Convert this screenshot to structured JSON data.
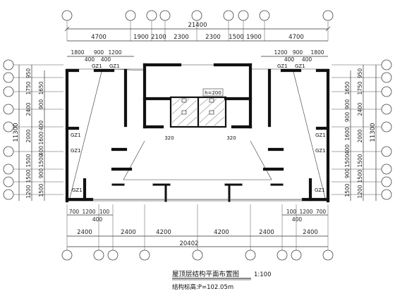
{
  "drawing": {
    "title": "屋顶层结构平面布置图",
    "scale": "1:100",
    "elevation_note": "结构标高:P=102.05m",
    "overall_top": "21400",
    "overall_bottom": "20402",
    "overall_left": "11300",
    "overall_right": "11300",
    "top_dims": [
      "4700",
      "1900",
      "2100",
      "2300",
      "2300",
      "1500",
      "1900",
      "4700"
    ],
    "top_sub_left": [
      "1800",
      "900",
      "1200"
    ],
    "top_sub_right": [
      "1200",
      "900",
      "1800"
    ],
    "top_400": [
      "400",
      "400",
      "400",
      "400"
    ],
    "bottom_dims": [
      "2400",
      "2400",
      "4200",
      "4200",
      "2400",
      "2400"
    ],
    "bottom_sub_left": [
      "700",
      "1200",
      "100"
    ],
    "bottom_sub_right": [
      "100",
      "1200",
      "700"
    ],
    "bottom_400": [
      "400",
      "400"
    ],
    "left_outer": [
      "950",
      "1750",
      "2400",
      "2000",
      "1500",
      "1500",
      "1200"
    ],
    "left_inner": [
      "1650",
      "900",
      "400",
      "1600",
      "400",
      "1500",
      "900",
      "1500"
    ],
    "right_outer": [
      "950",
      "1750",
      "2400",
      "2000",
      "1500",
      "1500",
      "1200"
    ],
    "right_inner": [
      "1650",
      "900",
      "900",
      "1600",
      "400",
      "1500",
      "900",
      "1500"
    ],
    "column_label": "GZ1",
    "room_label": "h=200",
    "level_320_left": "320",
    "level_320_right": "320"
  }
}
